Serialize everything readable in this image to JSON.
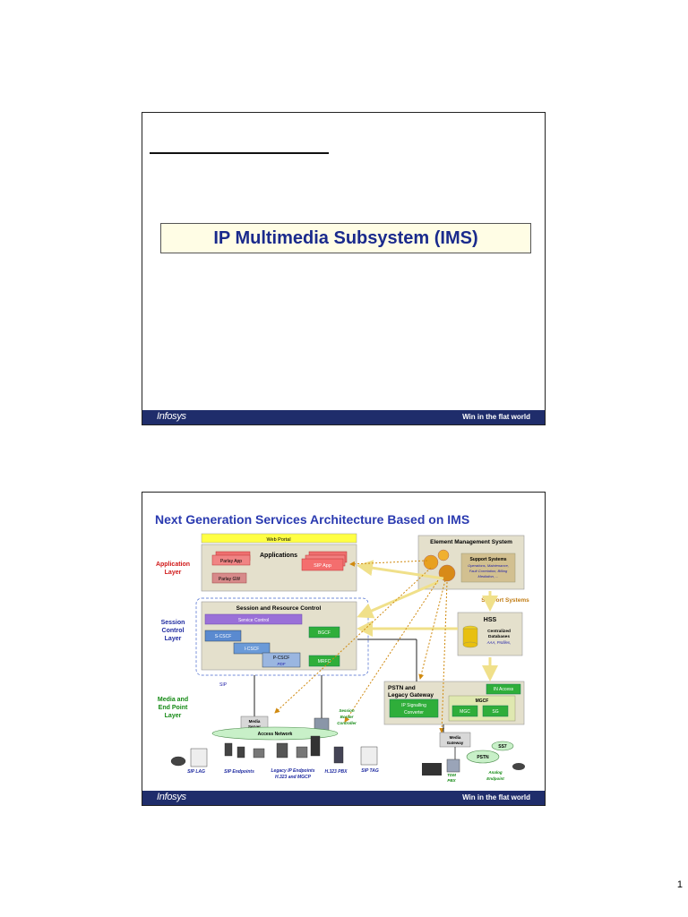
{
  "slide1": {
    "title": "IP Multimedia Subsystem (IMS)",
    "footer_logo": "Infosys",
    "footer_tagline": "Win in the flat world"
  },
  "slide2": {
    "title": "Next Generation Services Architecture Based on IMS",
    "footer_logo": "Infosys",
    "footer_tagline": "Win in the flat world",
    "layers": {
      "application": [
        "Application",
        "Layer"
      ],
      "session": [
        "Session",
        "Control",
        "Layer"
      ],
      "media": [
        "Media and",
        "End Point",
        "Layer"
      ]
    },
    "web_portal": "Web Portal",
    "applications": "Applications",
    "parlay_app": "Parlay App",
    "parlay_gw": "Parlay GW",
    "sip_app": "SIP App",
    "session_resource_control": "Session and Resource Control",
    "service_control": "Service Control",
    "s_cscf": "S-CSCF",
    "i_cscf": "I-CSCF",
    "p_cscf": "P-CSCF",
    "pdf": "PDF",
    "bgcf": "BGCF",
    "mrfc": "MRFC",
    "sip": "SIP",
    "ems": "Element Management System",
    "support_systems_box": "Support Systems",
    "support_systems_detail": [
      "Operations, Maintenance,",
      "Fault Correlation, Billing",
      "Mediation, ..."
    ],
    "support_systems_label": "Support Systems",
    "hss": "HSS",
    "centralized_db": [
      "Centralized",
      "Databases"
    ],
    "db_detail": "AAA, Profiles,",
    "pstn_legacy_gw": [
      "PSTN and",
      "Legacy Gateway"
    ],
    "in_access": "IN Access",
    "ip_signalling": [
      "IP Signalling",
      "Converter"
    ],
    "mgcf": "MGCF",
    "mgc": "MGC",
    "sg": "SG",
    "media_server": [
      "Media",
      "Server"
    ],
    "sbc": [
      "Session",
      "Border",
      "Controller"
    ],
    "access_network": "Access Network",
    "media_gateway": [
      "Media",
      "Gateway"
    ],
    "pstn": "PSTN",
    "ss7": "SS7",
    "sip_lag": "SIP LAG",
    "sip_endpoints": "SIP Endpoints",
    "legacy_ip": [
      "Legacy IP Endpoints",
      "H.323 and MGCP"
    ],
    "h323_pbx": "H.323 PBX",
    "sip_tag": "SIP TAG",
    "tdm_pbx": [
      "TDM",
      "PBX"
    ],
    "analog_endpoint": [
      "Analog",
      "Endpoint"
    ]
  },
  "page_number": "1"
}
